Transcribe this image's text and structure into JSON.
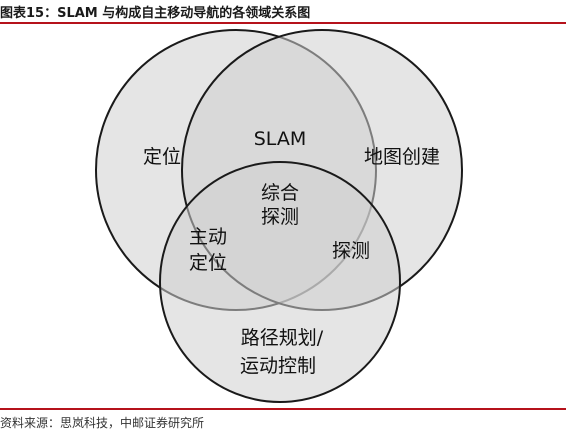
{
  "header": {
    "title": "图表15：SLAM 与构成自主移动导航的各领域关系图"
  },
  "diagram": {
    "circles": [
      {
        "name": "定位"
      },
      {
        "name": "地图创建"
      },
      {
        "name": "路径规划/运动控制"
      }
    ],
    "regions": {
      "localization": "定位",
      "mapping": "地图创建",
      "slam": "SLAM",
      "active_localization_line1": "主动",
      "active_localization_line2": "定位",
      "exploration": "探测",
      "path_planning_line1": "路径规划/",
      "path_planning_line2": "运动控制",
      "integrated_line1": "综合",
      "integrated_line2": "探测"
    }
  },
  "footer": {
    "source": "资料来源：思岚科技，中邮证券研究所"
  },
  "colors": {
    "accent_rule": "#b5121b",
    "circle_fill": "#cfcfcf",
    "circle_stroke": "#1a1a1a",
    "background": "#ffffff"
  }
}
